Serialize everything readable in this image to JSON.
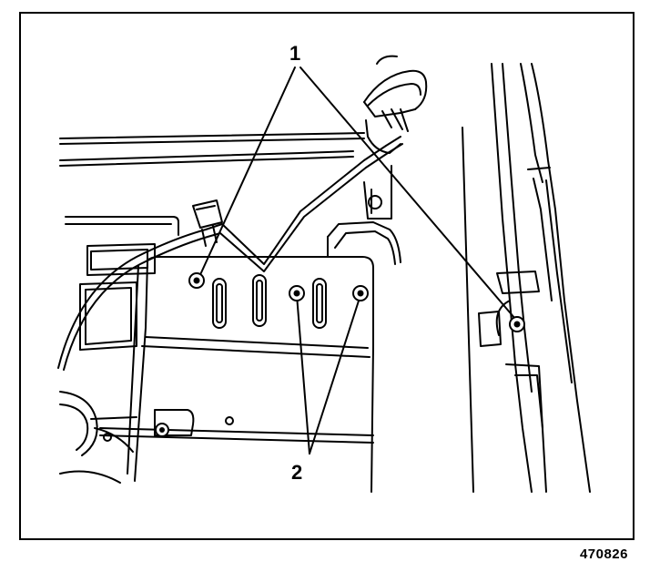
{
  "figure": {
    "callouts": [
      {
        "label": "1",
        "meaning": "fastener-pair-upper"
      },
      {
        "label": "2",
        "meaning": "fastener-pair-lower"
      }
    ],
    "figure_id": "470826"
  },
  "colors": {
    "line": "#000000",
    "background": "#ffffff"
  }
}
